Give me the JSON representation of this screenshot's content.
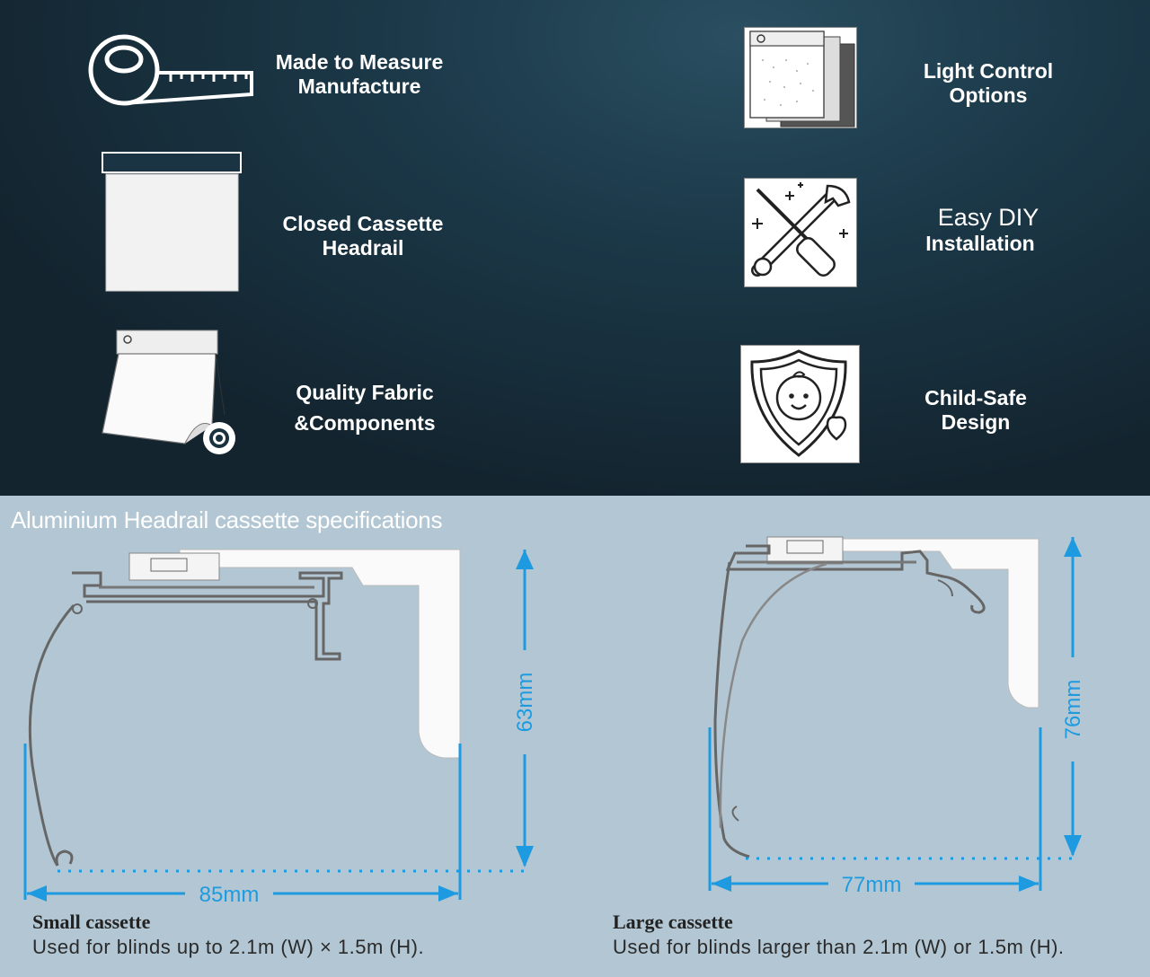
{
  "features": [
    {
      "line1": "Made to Measure",
      "line2": "Manufacture",
      "icon": "tape-measure-icon"
    },
    {
      "line1": "Closed Cassette",
      "line2": "Headrail",
      "icon": "roller-blind-icon"
    },
    {
      "line1": "Quality Fabric",
      "line2": "&Components",
      "icon": "fabric-gear-icon"
    },
    {
      "line1": "Light Control",
      "line2": "Options",
      "icon": "fabric-swatches-icon"
    },
    {
      "line1": "Easy DIY",
      "line2": "Installation",
      "icon": "tools-icon"
    },
    {
      "line1": "Child-Safe",
      "line2": "Design",
      "icon": "child-shield-icon"
    }
  ],
  "specs": {
    "title": "Aluminium Headrail cassette specifications",
    "small": {
      "width_label": "85mm",
      "height_label": "63mm",
      "name": "Small cassette",
      "description": "Used for blinds up to 2.1m (W) × 1.5m (H)."
    },
    "large": {
      "width_label": "77mm",
      "height_label": "76mm",
      "name": "Large cassette",
      "description": "Used for blinds larger than 2.1m (W) or 1.5m (H)."
    }
  },
  "colors": {
    "dimension_blue": "#1e9be0",
    "spec_background": "#b2c7d3"
  }
}
